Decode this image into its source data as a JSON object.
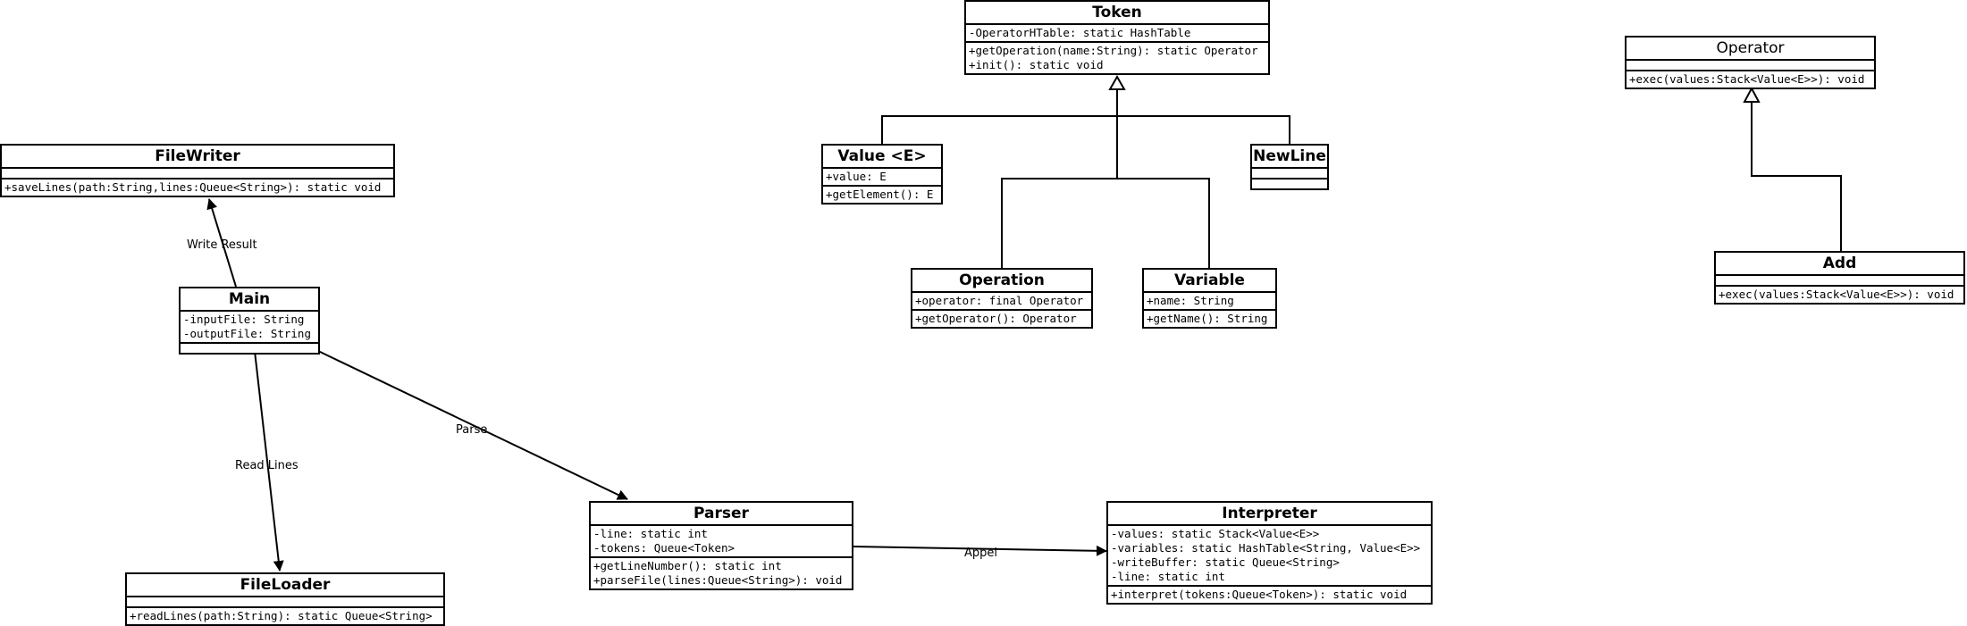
{
  "classes": {
    "token": {
      "name": "Token",
      "attrs": [
        "-OperatorHTable: static HashTable"
      ],
      "methods": [
        "+getOperation(name:String): static Operator",
        "+init(): static void"
      ]
    },
    "value": {
      "name": "Value <E>",
      "attrs": [
        "+value: E"
      ],
      "methods": [
        "+getElement(): E"
      ]
    },
    "newline": {
      "name": "NewLine"
    },
    "operation": {
      "name": "Operation",
      "attrs": [
        "+operator: final Operator"
      ],
      "methods": [
        "+getOperator(): Operator"
      ]
    },
    "variable": {
      "name": "Variable",
      "attrs": [
        "+name: String"
      ],
      "methods": [
        "+getName(): String"
      ]
    },
    "operator": {
      "name": "Operator",
      "methods": [
        "+exec(values:Stack<Value<E>>): void"
      ]
    },
    "add": {
      "name": "Add",
      "methods": [
        "+exec(values:Stack<Value<E>>): void"
      ]
    },
    "filewriter": {
      "name": "FileWriter",
      "methods": [
        "+saveLines(path:String,lines:Queue<String>): static void"
      ]
    },
    "main": {
      "name": "Main",
      "attrs": [
        "-inputFile: String",
        "-outputFile: String"
      ]
    },
    "fileloader": {
      "name": "FileLoader",
      "methods": [
        "+readLines(path:String): static Queue<String>"
      ]
    },
    "parser": {
      "name": "Parser",
      "attrs": [
        "-line: static int",
        "-tokens: Queue<Token>"
      ],
      "methods": [
        "+getLineNumber(): static int",
        "+parseFile(lines:Queue<String>): void"
      ]
    },
    "interpreter": {
      "name": "Interpreter",
      "attrs": [
        "-values: static Stack<Value<E>>",
        "-variables: static HashTable<String, Value<E>>",
        "-writeBuffer: static Queue<String>",
        "-line: static int"
      ],
      "methods": [
        "+interpret(tokens:Queue<Token>): static void"
      ]
    }
  },
  "links": {
    "write_result": "Write Result",
    "read_lines": "Read Lines",
    "parse": "Parse",
    "appel": "Appel"
  }
}
